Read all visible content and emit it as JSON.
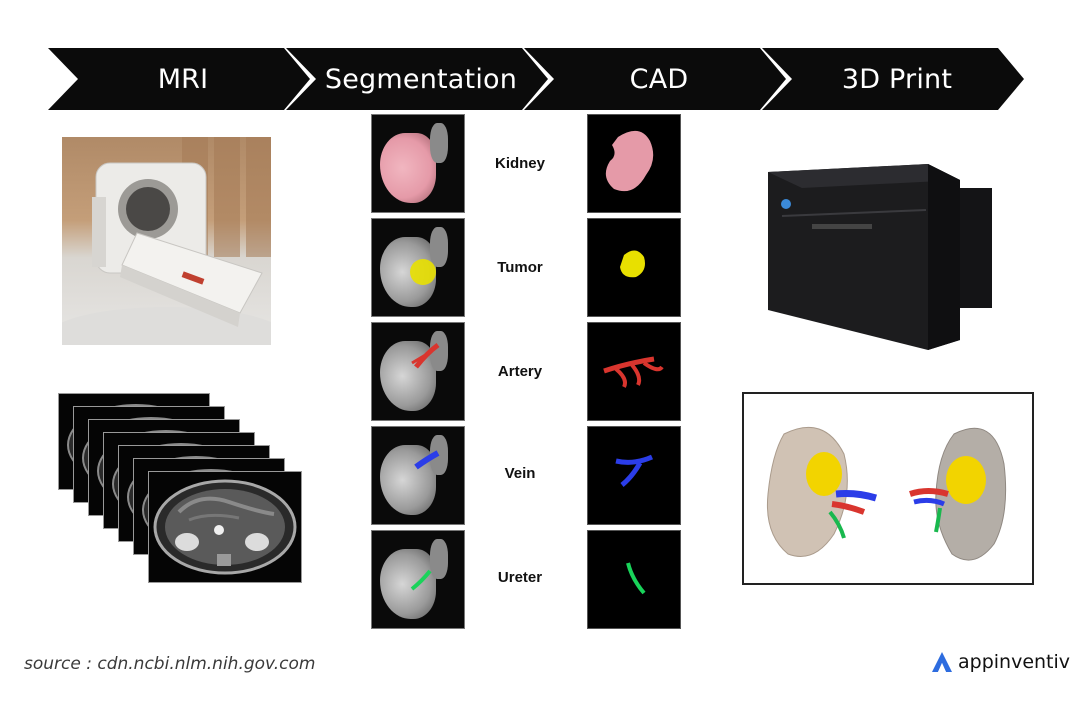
{
  "pipeline": {
    "steps": [
      "MRI",
      "Segmentation",
      "CAD",
      "3D Print"
    ]
  },
  "structures": [
    "Kidney",
    "Tumor",
    "Artery",
    "Vein",
    "Ureter"
  ],
  "colors": {
    "kidney": "#e59aa8",
    "tumor": "#e8e000",
    "artery": "#d9352e",
    "vein": "#2b3de8",
    "ureter": "#19d35a",
    "banner": "#0b0b0b",
    "brand_accent": "#2d6cdf"
  },
  "footer": {
    "source": "source : cdn.ncbi.nlm.nih.gov.com",
    "brand": "appinventiv"
  }
}
